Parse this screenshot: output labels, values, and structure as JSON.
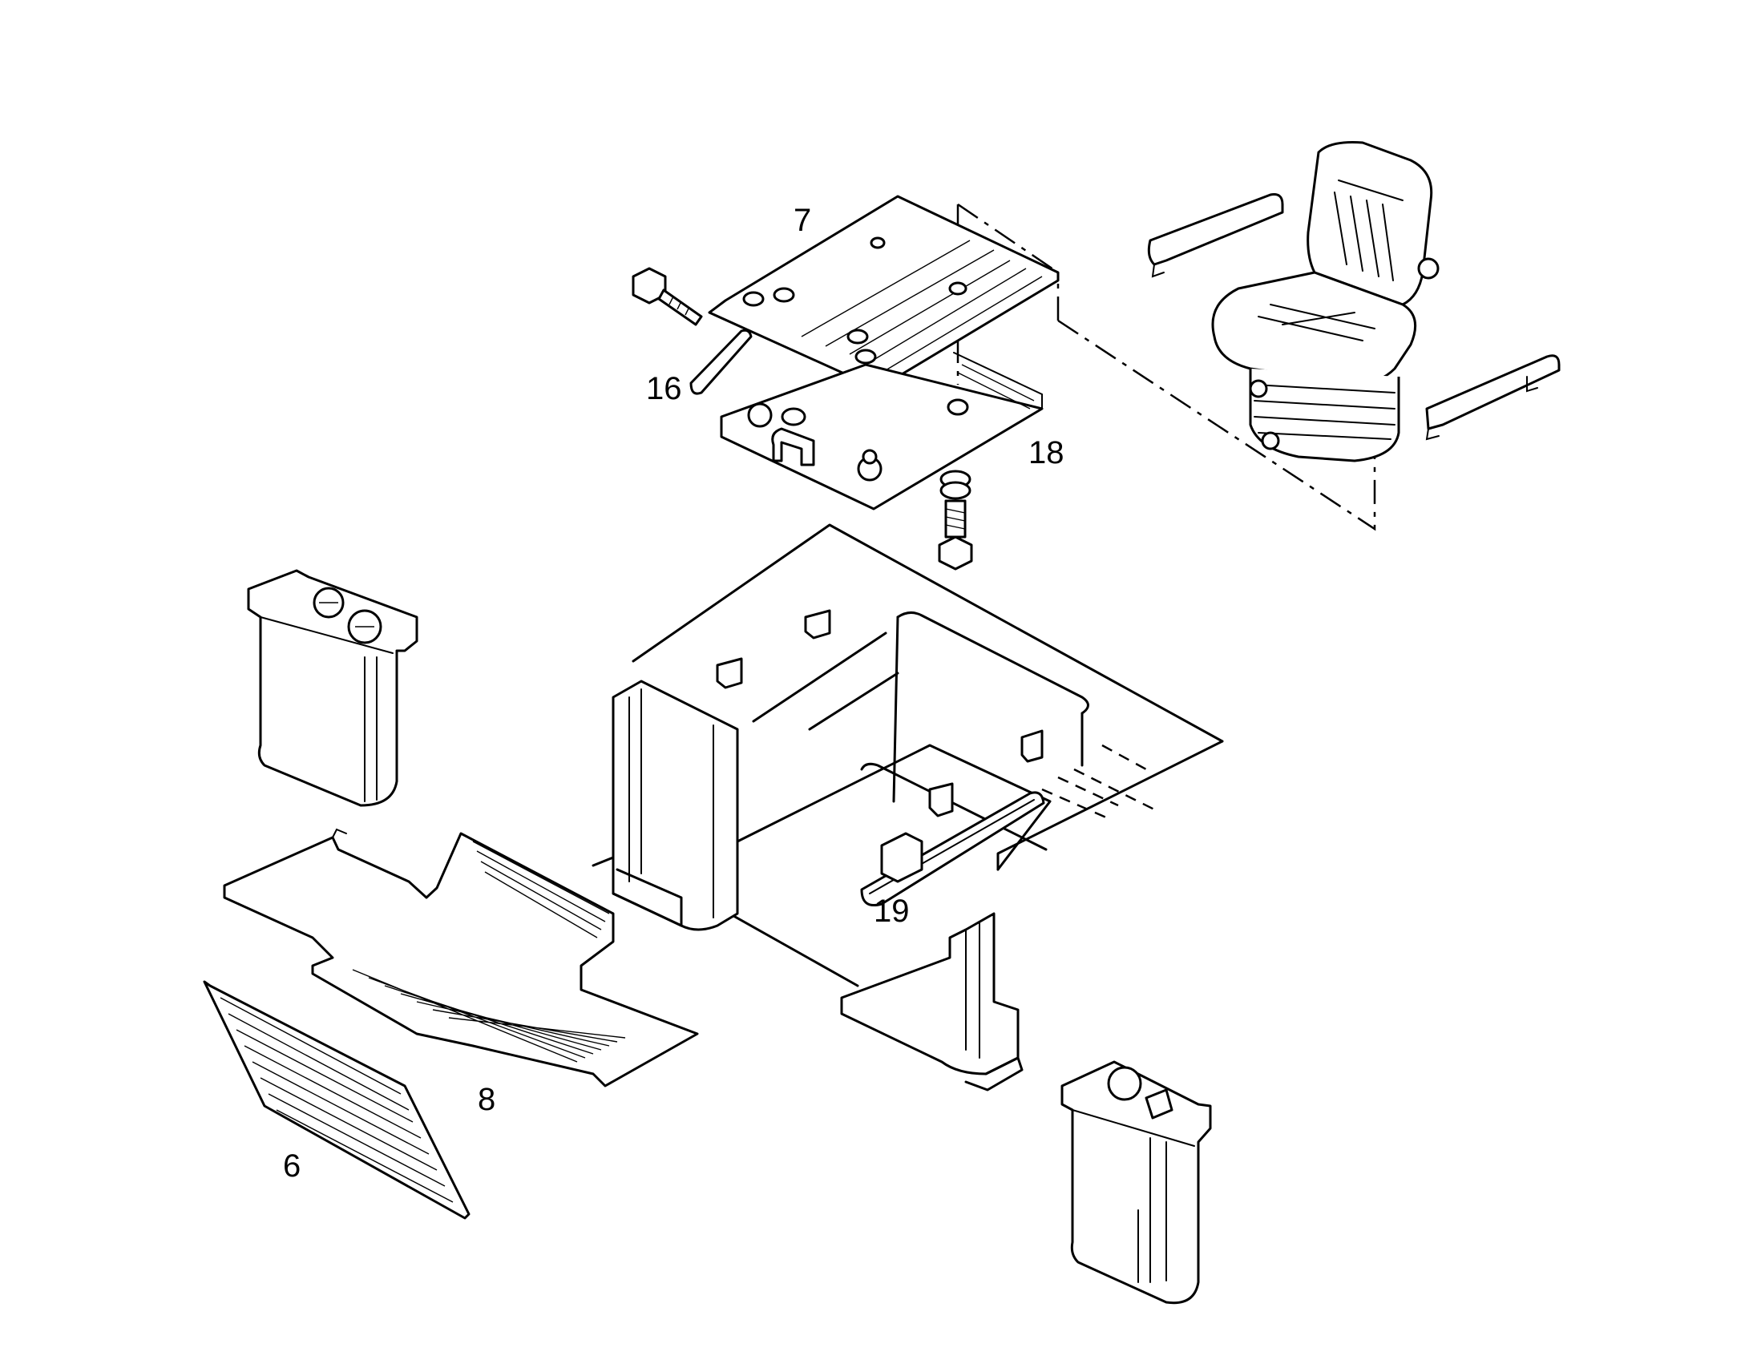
{
  "callouts": [
    {
      "id": "7",
      "text": "7"
    },
    {
      "id": "16",
      "text": "16"
    },
    {
      "id": "18",
      "text": "18"
    },
    {
      "id": "19",
      "text": "19"
    },
    {
      "id": "8",
      "text": "8"
    },
    {
      "id": "6",
      "text": "6"
    }
  ],
  "parts": [
    "seat",
    "left-armrest",
    "right-armrest",
    "seat-top-plate",
    "seat-slide-base",
    "bolt",
    "lower-bolt",
    "slide-lever",
    "seat-box-frame",
    "left-console",
    "right-console",
    "floor-mat",
    "side-mat",
    "cross-shaft"
  ]
}
